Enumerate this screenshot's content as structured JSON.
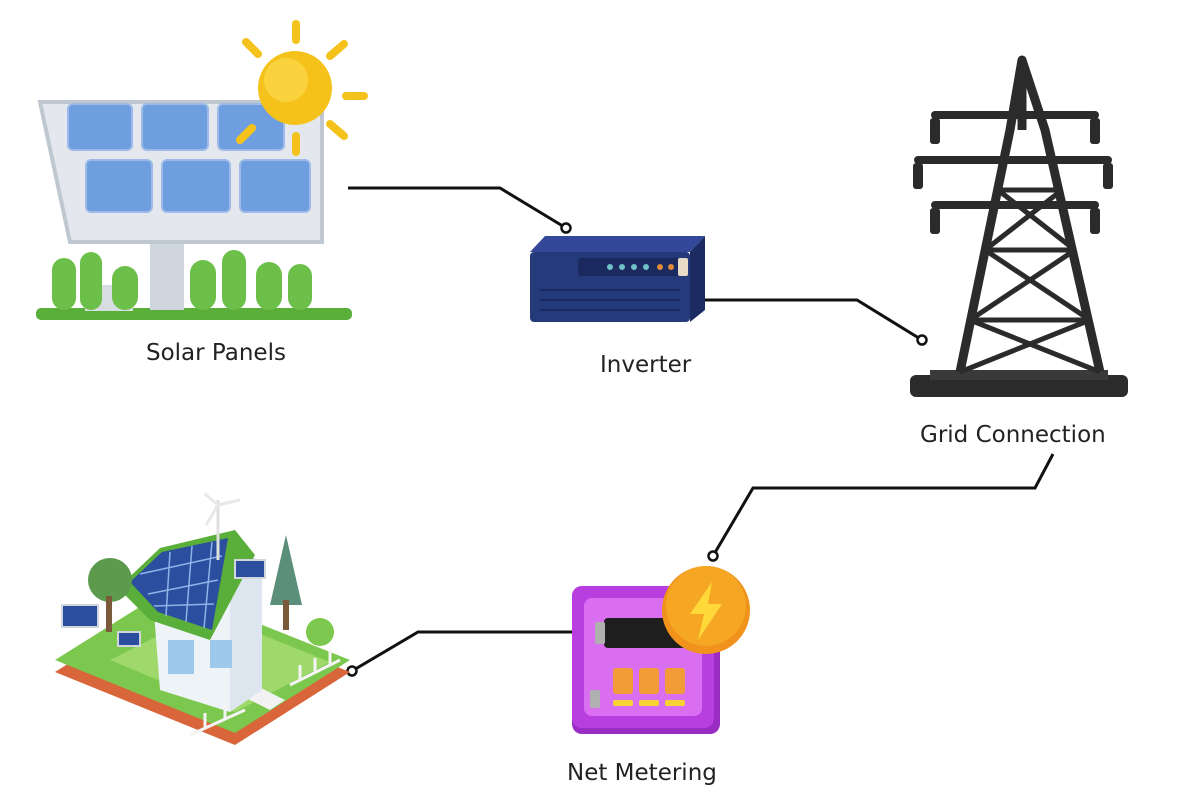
{
  "nodes": {
    "solar_panels": {
      "label": "Solar Panels",
      "icon": "solar-panel-icon"
    },
    "inverter": {
      "label": "Inverter",
      "icon": "inverter-icon"
    },
    "grid_connection": {
      "label": "Grid Connection",
      "icon": "transmission-tower-icon"
    },
    "net_metering": {
      "label": "Net Metering",
      "icon": "electric-meter-icon"
    },
    "house": {
      "icon": "solar-house-icon"
    }
  },
  "connections": [
    {
      "from": "solar_panels",
      "to": "inverter"
    },
    {
      "from": "inverter",
      "to": "grid_connection"
    },
    {
      "from": "grid_connection",
      "to": "net_metering"
    },
    {
      "from": "net_metering",
      "to": "house"
    }
  ],
  "colors": {
    "connector": "#111111",
    "panel_blue": "#6f9ee0",
    "sun": "#f5c21b",
    "grass": "#6cc04a",
    "inverter_navy": "#253a7a",
    "tower": "#2b2b2b",
    "meter_purple": "#b83ee0",
    "bolt_badge": "#f5a623"
  }
}
